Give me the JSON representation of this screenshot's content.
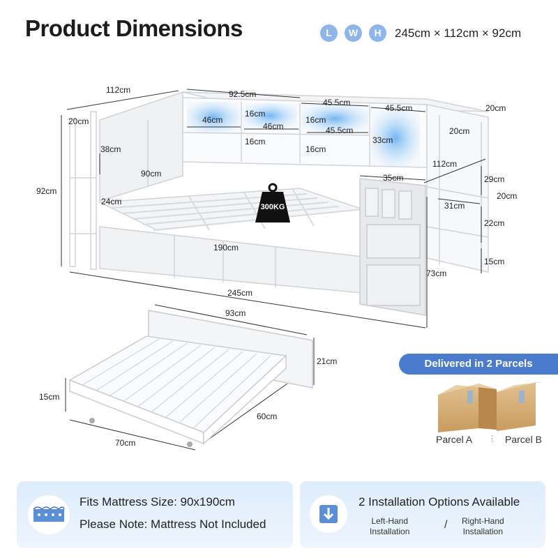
{
  "header": {
    "title": "Product Dimensions",
    "badges": [
      "L",
      "W",
      "H"
    ],
    "overall": "245cm × 112cm × 92cm"
  },
  "dimensions": {
    "d112_top": "112cm",
    "d92_5": "92.5cm",
    "d45_5_a": "45.5cm",
    "d45_5_b": "45.5cm",
    "d20_right_top": "20cm",
    "d20_left": "20cm",
    "d16_a": "16cm",
    "d46_a": "46cm",
    "d46_b": "46cm",
    "d16_b": "16cm",
    "d45_5_c": "45.5cm",
    "d20_shelf": "20cm",
    "d38": "38cm",
    "d16_c": "16cm",
    "d16_d": "16cm",
    "d33": "33cm",
    "d92": "92cm",
    "d90": "90cm",
    "d112_right": "112cm",
    "d35": "35cm",
    "d29": "29cm",
    "d24": "24cm",
    "d20_side": "20cm",
    "d31": "31cm",
    "d22": "22cm",
    "d190": "190cm",
    "d15_side": "15cm",
    "d73": "73cm",
    "d245": "245cm",
    "d93": "93cm",
    "d21": "21cm",
    "d15_drawer": "15cm",
    "d60": "60cm",
    "d70": "70cm"
  },
  "badge": {
    "weight": "300KG"
  },
  "parcels": {
    "banner": "Delivered in 2 Parcels",
    "a": "Parcel A",
    "b": "Parcel B"
  },
  "mattress": {
    "fits": "Fits Mattress Size: 90x190cm",
    "note": "Please Note: Mattress Not Included"
  },
  "install": {
    "title": "2 Installation Options Available",
    "left": "Left-Hand\nInstallation",
    "right": "Right-Hand\nInstallation",
    "sep": "/"
  },
  "colors": {
    "accent": "#4a7ccb",
    "badge": "#8fb6ea",
    "led": "#5aaaf0",
    "panel": "#e4effb"
  }
}
